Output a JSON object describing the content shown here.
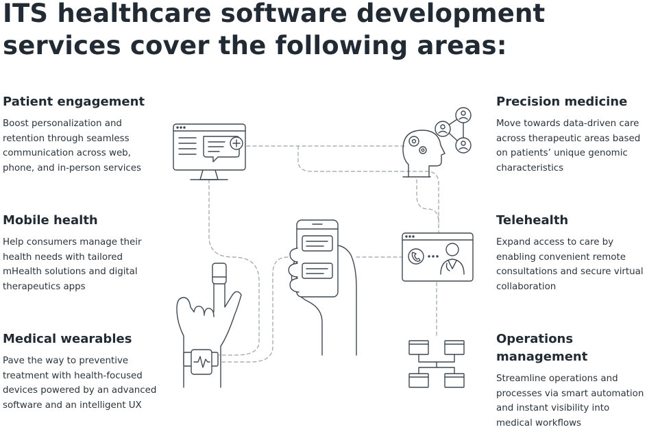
{
  "title": "ITS healthcare software development services cover the following areas:",
  "areas": [
    {
      "title": "Patient engagement",
      "description": "Boost personalization and retention through seamless communication across web, phone, and in-person services",
      "icon": "monitor-chat-icon"
    },
    {
      "title": "Mobile health",
      "description": "Help consumers manage their health needs with tailored mHealth solutions and digital therapeutics apps",
      "icon": "smartphone-hand-icon"
    },
    {
      "title": "Medical wearables",
      "description": "Pave the way to preventive treatment with health-focused devices powered by an advanced software and an intelligent UX",
      "icon": "smartwatch-hand-icon"
    },
    {
      "title": "Precision medicine",
      "description": "Move towards data-driven care across therapeutic areas based on patients’ unique genomic characteristics",
      "icon": "head-network-icon"
    },
    {
      "title": "Telehealth",
      "description": "Expand access to care by enabling convenient remote consultations and secure virtual collaboration",
      "icon": "video-call-doctor-icon"
    },
    {
      "title": "Operations management",
      "description": "Streamline operations and processes via smart automation and instant visibility into medical workflows",
      "icon": "org-chart-icon"
    }
  ],
  "colors": {
    "text": "#222b33",
    "line": "#3d4650",
    "dash": "#9aa0a6"
  }
}
